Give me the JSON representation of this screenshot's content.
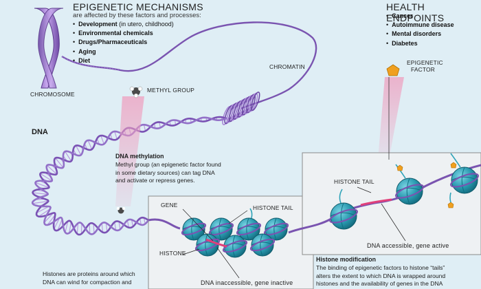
{
  "epigenetic": {
    "title": "EPIGENETIC MECHANISMS",
    "subtitle": "are affected by these factors and processes:",
    "items": [
      {
        "bold": "Development",
        "rest": " (in utero, childhood)"
      },
      {
        "bold": "Environmental chemicals",
        "rest": ""
      },
      {
        "bold": "Drugs/Pharmaceuticals",
        "rest": ""
      },
      {
        "bold": "Aging",
        "rest": ""
      },
      {
        "bold": "Diet",
        "rest": ""
      }
    ]
  },
  "health": {
    "title": "HEALTH ENDPOINTS",
    "items": [
      "Cancer",
      "Autoimmune disease",
      "Mental disorders",
      "Diabetes"
    ]
  },
  "labels": {
    "chromosome": "CHROMOSOME",
    "chromatin": "CHROMATIN",
    "methyl_group": "METHYL GROUP",
    "epigenetic_factor_1": "EPIGENETIC",
    "epigenetic_factor_2": "FACTOR",
    "dna": "DNA",
    "gene": "GENE",
    "histone_tail_left": "HISTONE TAIL",
    "histone_tail_right": "HISTONE TAIL",
    "histone": "HISTONE",
    "dna_inaccessible": "DNA inaccessible, gene inactive",
    "dna_accessible": "DNA accessible, gene active"
  },
  "methylation": {
    "title": "DNA methylation",
    "lines": [
      "Methyl group (an epigenetic factor found",
      "in some dietary sources) can tag DNA",
      "and activate or repress genes."
    ]
  },
  "histone_mod": {
    "title": "Histone modification",
    "lines": [
      "The binding of epigenetic factors to histone “tails”",
      "alters the extent to which DNA is wrapped around",
      "histones and the availability of genes in the DNA"
    ]
  },
  "histone_note": {
    "lines": [
      "Histones are proteins around which",
      "DNA can wind for compaction and"
    ]
  },
  "colors": {
    "background": "#dfeef5",
    "purple": "#8a64b8",
    "purple_light": "#c9b1e6",
    "teal": "#2ea3b8",
    "pink": "#e0407a",
    "orange": "#f0a020"
  }
}
